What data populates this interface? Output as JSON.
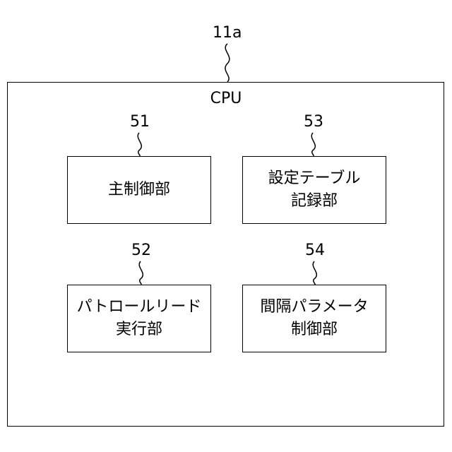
{
  "outer": {
    "ref": "11a",
    "label": "CPU"
  },
  "blocks": [
    {
      "ref": "51",
      "lines": [
        "主制御部"
      ]
    },
    {
      "ref": "53",
      "lines": [
        "設定テーブル",
        "記録部"
      ]
    },
    {
      "ref": "52",
      "lines": [
        "パトロールリード",
        "実行部"
      ]
    },
    {
      "ref": "54",
      "lines": [
        "間隔パラメータ",
        "制御部"
      ]
    }
  ],
  "colors": {
    "line": "#000000",
    "background": "#ffffff"
  }
}
